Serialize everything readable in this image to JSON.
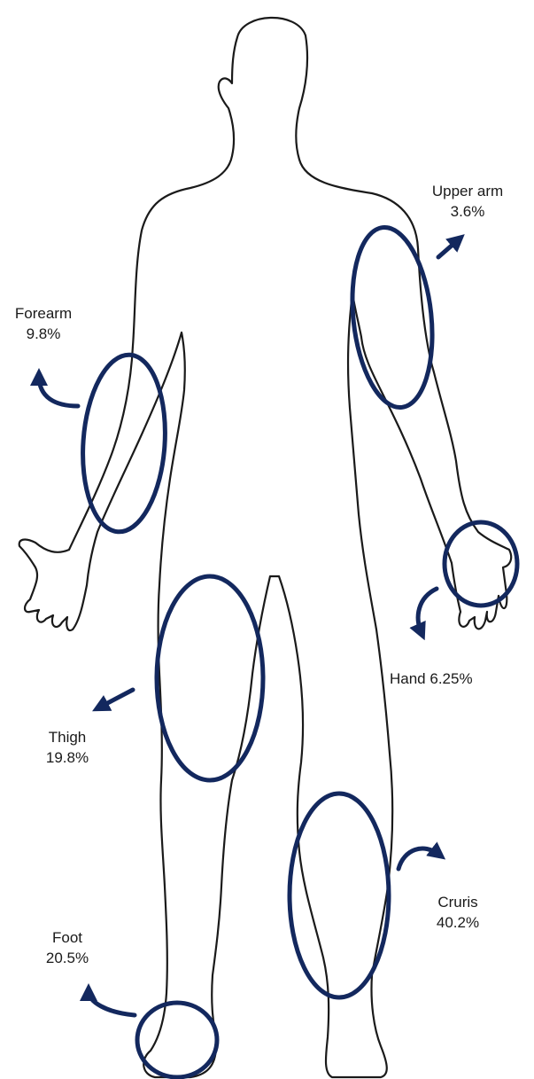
{
  "accent_color": "#13285e",
  "labels": {
    "upper_arm": {
      "name": "Upper arm",
      "percent": "3.6%"
    },
    "forearm": {
      "name": "Forearm",
      "percent": "9.8%"
    },
    "hand": {
      "name": "Hand",
      "percent": "6.25%"
    },
    "thigh": {
      "name": "Thigh",
      "percent": "19.8%"
    },
    "cruris": {
      "name": "Cruris",
      "percent": "40.2%"
    },
    "foot": {
      "name": "Foot",
      "percent": "20.5%"
    }
  }
}
